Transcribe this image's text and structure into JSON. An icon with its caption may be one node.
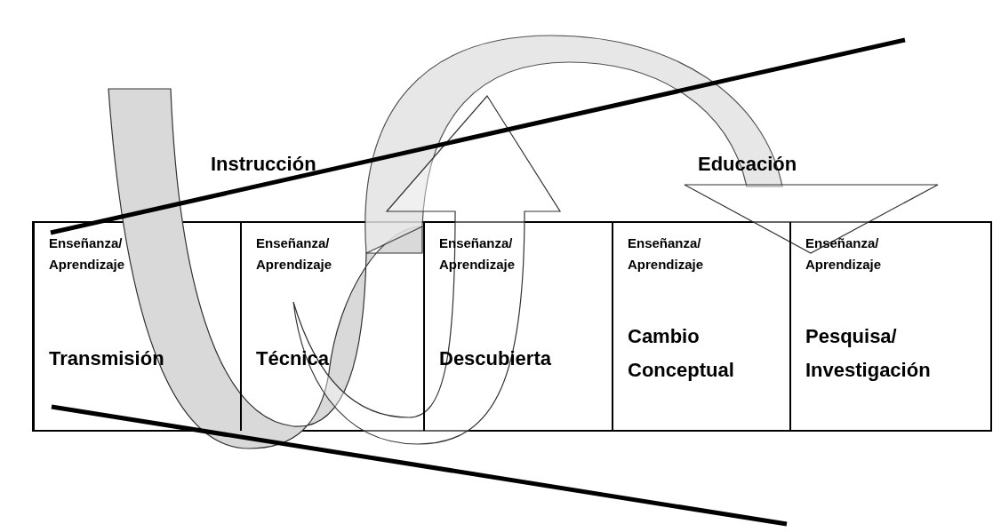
{
  "diagram": {
    "nodes": [
      {
        "text": [
          "Enseñanza/ Aprendizaje",
          "Transmisión"
        ]
      },
      {
        "text": [
          "Enseñanza/ Aprendizaje",
          "Técnica"
        ]
      },
      {
        "text": [
          "Enseñanza/ Aprendizaje",
          "Descubierta"
        ]
      },
      {
        "text": [
          "Enseñanza/ Aprendizaje",
          "Cambio Conceptual"
        ]
      },
      {
        "text": [
          "Enseñanza/ Aprendizaje",
          "Pesquisa/ Investigación"
        ]
      }
    ],
    "labels": [
      "Instrucción",
      "Educación"
    ]
  }
}
